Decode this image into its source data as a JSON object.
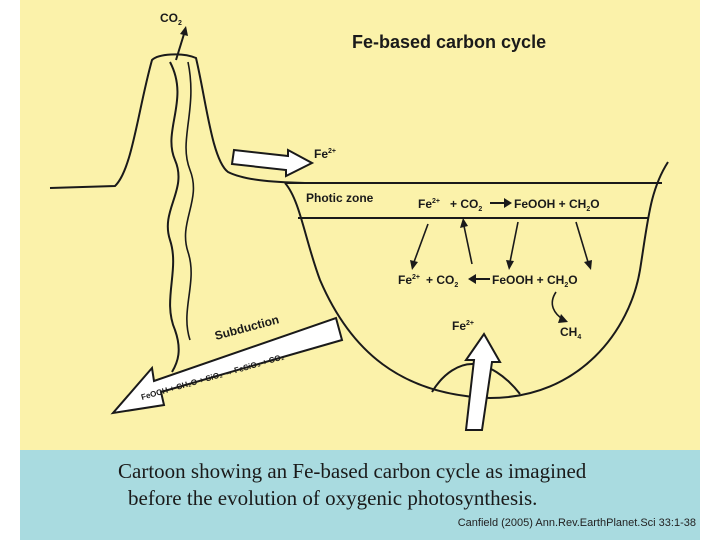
{
  "title": "Fe-based carbon cycle",
  "labels": {
    "co2_volcano": "CO",
    "co2_volcano_sub": "2",
    "fe_arrow": "Fe",
    "fe_arrow_sup": "2+",
    "photic_zone": "Photic zone",
    "upper_reaction_1": "Fe",
    "upper_reaction_1_sup": "2+",
    "upper_reaction_2": "+ CO",
    "upper_reaction_2_sub": "2",
    "upper_reaction_3": "FeOOH + CH",
    "upper_reaction_3_sub": "2",
    "upper_reaction_4": "O",
    "lower_reaction_1": "Fe",
    "lower_reaction_1_sup": "2+",
    "lower_reaction_2": "+ CO",
    "lower_reaction_2_sub": "2",
    "lower_reaction_3": "FeOOH + CH",
    "lower_reaction_3_sub": "2",
    "lower_reaction_4": "O",
    "ch4": "CH",
    "ch4_sub": "4",
    "vent_fe": "Fe",
    "vent_fe_sup": "2+",
    "subduction": "Subduction",
    "subduction_reaction": "FeOOH + CH₂O + SiO₂ → FeSiO₃ + CO₂"
  },
  "caption": {
    "line1": "Cartoon showing an Fe-based carbon cycle as imagined",
    "line2": "before the evolution of oxygenic photosynthesis."
  },
  "citation": "Canfield (2005) Ann.Rev.EarthPlanet.Sci 33:1-38",
  "colors": {
    "slide_background": "#fbf2aa",
    "caption_band": "#a9dbe0",
    "ink": "#1a1a1a"
  }
}
